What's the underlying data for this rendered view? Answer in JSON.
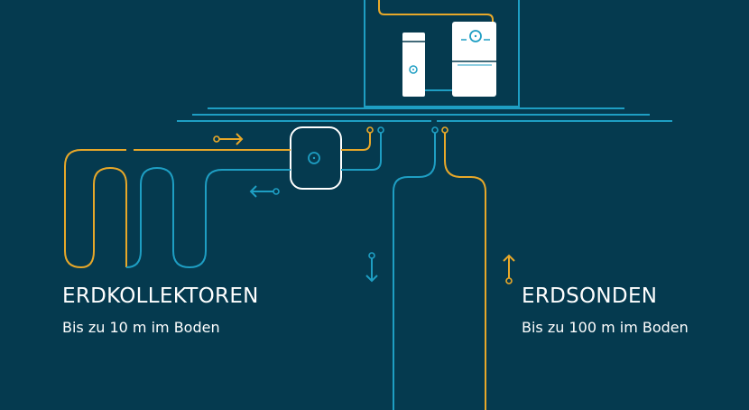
{
  "colors": {
    "background": "#053a4f",
    "warm_pipe": "#e8a829",
    "cold_pipe": "#1e9ec3",
    "house_line": "#1e9ec3",
    "device": "#ffffff"
  },
  "icons": [
    "heat-pump-unit",
    "storage-tank",
    "heat-exchanger",
    "flow-arrow"
  ],
  "sections": {
    "kollektoren": {
      "title": "ERDKOLLEKTOREN",
      "subtitle": "Bis zu 10 m im Boden"
    },
    "sonden": {
      "title": "ERDSONDEN",
      "subtitle": "Bis zu 100 m im Boden"
    }
  }
}
